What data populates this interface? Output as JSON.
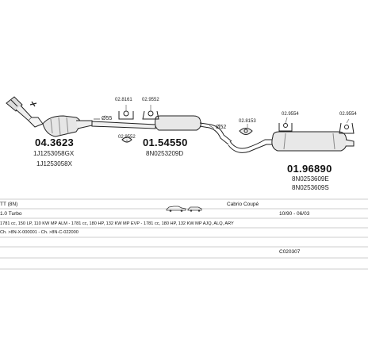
{
  "parts": {
    "downpipe": {
      "number": "04.3623",
      "oem1": "1J1253058GX",
      "oem2": "1J1253058X"
    },
    "pipe_dim": "Ø55",
    "mount_a": "02.8161",
    "mount_b": "02.9552",
    "mount_c": "02.9552",
    "mount_d": "02.8153",
    "mount_e": "02.9554",
    "mount_f": "02.9554",
    "pipe_dim2": "Ø52",
    "middle": {
      "number": "01.54550",
      "oem1": "8N0253209D"
    },
    "rear": {
      "number": "01.96890",
      "oem1": "8N0253609E",
      "oem2": "8N0253609S"
    }
  },
  "table": {
    "model": "TT (8N)",
    "body": "Cabrio Coupé",
    "engine": "1.0 Turbo",
    "years": "10/90 - 06/03",
    "specs": "1781 cc, 150 LP, 110 KW MP ALM - 1781 cc, 180 HP, 132 KW MP EVP - 1781 cc, 180 HP, 132 KW MP AJQ, ALQ, ARY",
    "chassis": "Ch. >8N-X-000001 - Ch. >8N-C-022000",
    "code": "C020307"
  },
  "colors": {
    "line": "#333333",
    "grid": "#aaaaaa"
  }
}
